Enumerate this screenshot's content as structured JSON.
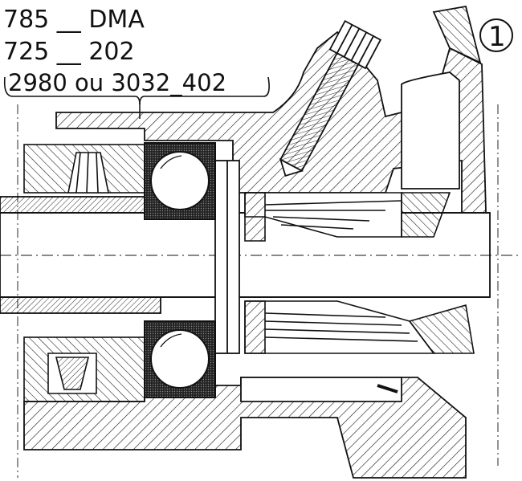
{
  "labels": {
    "line1": "785 __ DMA",
    "line2": "725 __ 202",
    "line3": "2980 ou 3032_402",
    "figure_number": "1"
  },
  "colors": {
    "ink": "#111111",
    "paper": "#ffffff"
  }
}
